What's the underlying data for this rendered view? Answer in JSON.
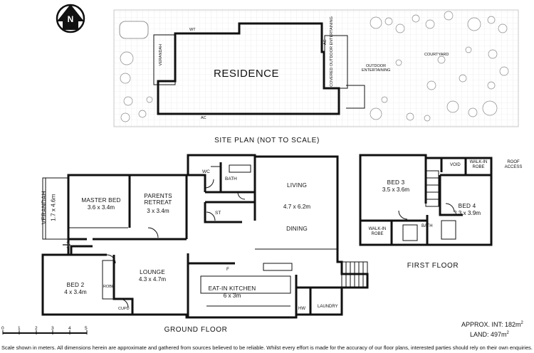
{
  "compass": {
    "letter": "N",
    "icon": "north-arrow-icon"
  },
  "site_plan": {
    "residence_label": "RESIDENCE",
    "wt_label": "WT",
    "verandah_label": "VERANDAH",
    "ac_label_1": "AC",
    "ac_label_2": "AC",
    "covered_outdoor_label": "COVERED OUTDOOR ENTERTAINING",
    "outdoor_entertaining_label": "OUTDOOR ENTERTAINING",
    "courtyard_label": "COURTYARD",
    "title": "SITE PLAN (NOT TO SCALE)"
  },
  "ground_floor": {
    "title": "GROUND FLOOR",
    "rooms": {
      "verandah": {
        "name": "VERANDAH",
        "dims": "1.7 x 4.6m"
      },
      "master_bed": {
        "name": "MASTER BED",
        "dims": "3.6 x 3.4m"
      },
      "parents_retreat": {
        "name": "PARENTS RETREAT",
        "dims": "3 x 3.4m"
      },
      "wc": {
        "name": "WC"
      },
      "bath": {
        "name": "BATH"
      },
      "st": {
        "name": "ST"
      },
      "living": {
        "name": "LIVING",
        "dims": "4.7 x 6.2m"
      },
      "dining": {
        "name": "DINING"
      },
      "bed2": {
        "name": "BED 2",
        "dims": "4 x 3.4m"
      },
      "robe": {
        "name": "ROBE"
      },
      "cupd": {
        "name": "CUPD"
      },
      "lounge": {
        "name": "LOUNGE",
        "dims": "4.3 x 4.7m"
      },
      "fridge": {
        "name": "F"
      },
      "eat_in_kitchen": {
        "name": "EAT-IN KITCHEN",
        "dims": "6 x 3m"
      },
      "hw": {
        "name": "HW"
      },
      "laundry": {
        "name": "LAUNDRY"
      }
    }
  },
  "first_floor": {
    "title": "FIRST FLOOR",
    "rooms": {
      "bed3": {
        "name": "BED 3",
        "dims": "3.5 x 3.6m"
      },
      "void": {
        "name": "VOID"
      },
      "walk_in_robe_1": {
        "name": "WALK-IN ROBE"
      },
      "roof_access": {
        "name": "ROOF ACCESS"
      },
      "bed4": {
        "name": "BED 4",
        "dims": "3.3 x 3.9m"
      },
      "walk_in_robe_2": {
        "name": "WALK-IN ROBE"
      },
      "bath": {
        "name": "BATH"
      }
    }
  },
  "scale_bar": {
    "ticks": [
      "0",
      "1",
      "2",
      "3",
      "4",
      "5"
    ]
  },
  "area": {
    "int_label": "APPROX. INT:",
    "int_value": "182m",
    "land_label": "LAND:",
    "land_value": "497m",
    "sup": "2"
  },
  "disclaimer": "Scale shown in meters. All dimensions herein are approximate and gathered from sources believed to be  reliable. Whilst every effort is made for the accuracy of our floor plans, interested parties should rely on their own enquiries."
}
